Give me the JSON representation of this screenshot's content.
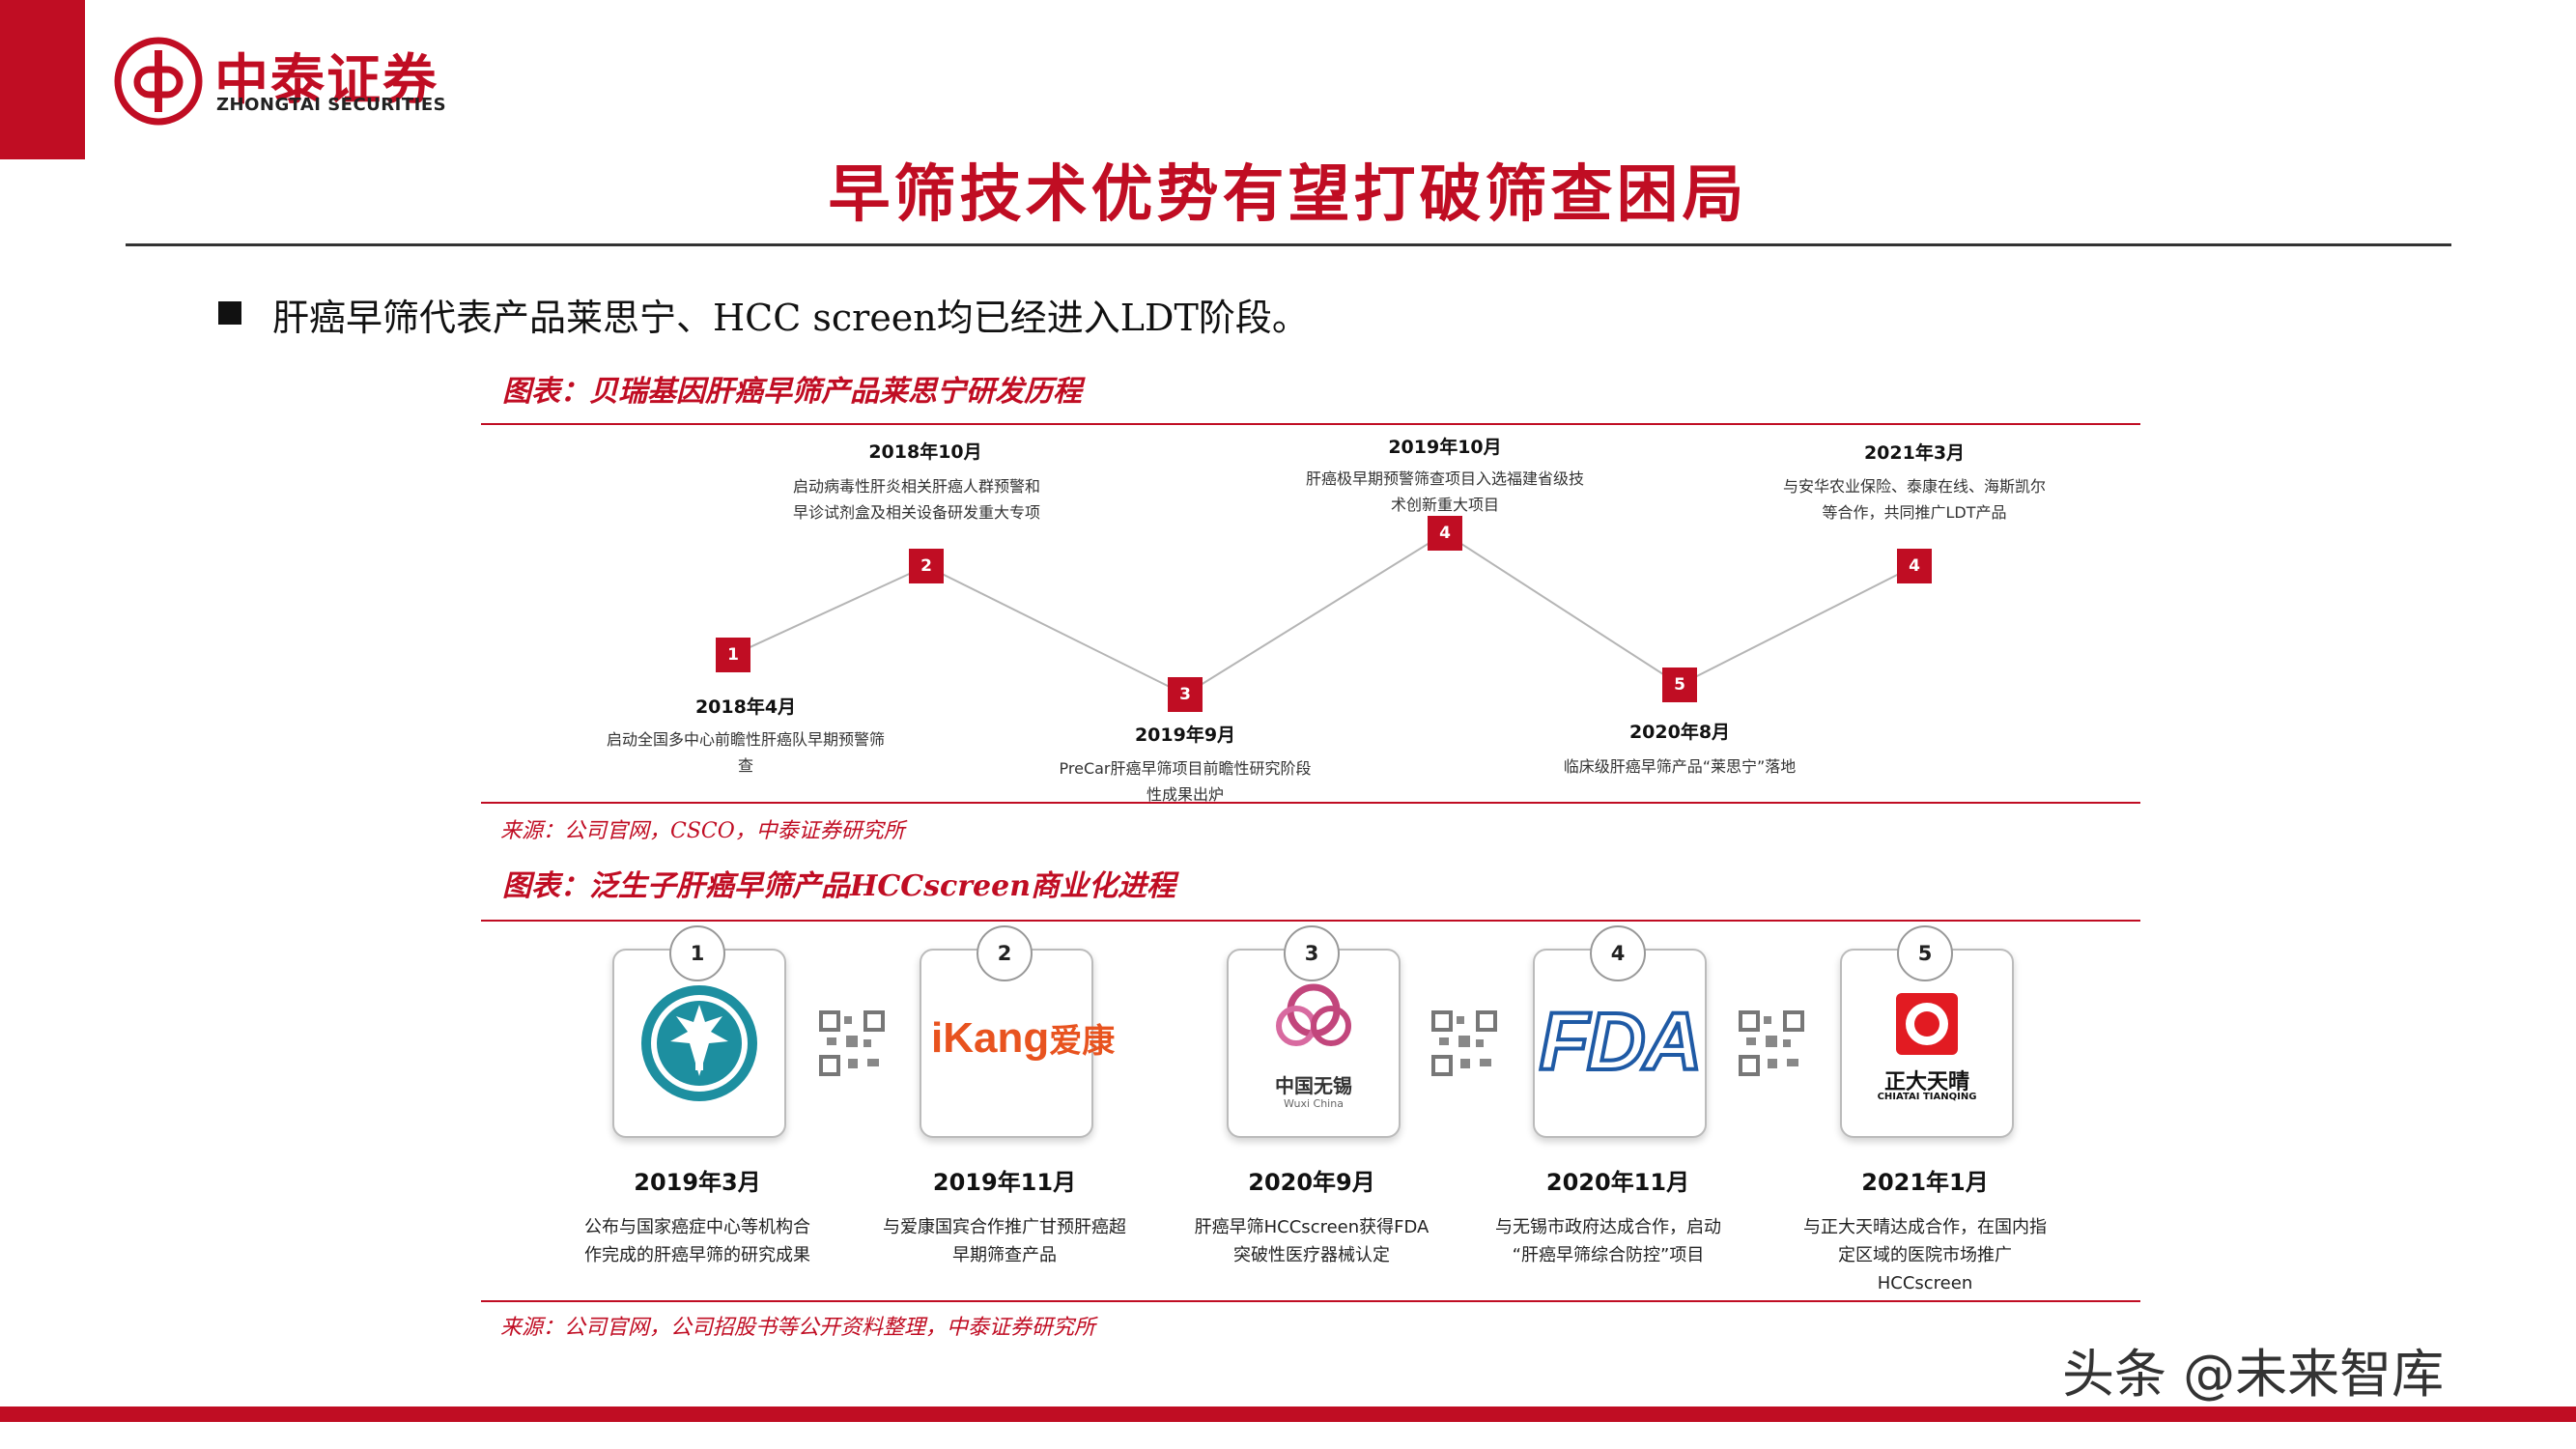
{
  "brand": {
    "name_cn": "中泰证券",
    "name_en": "ZHONGTAI SECURITIES",
    "color": "#c00d23"
  },
  "slide": {
    "title": "早筛技术优势有望打破筛查困局",
    "bullet": "肝癌早筛代表产品莱思宁、HCC screen均已经进入LDT阶段。"
  },
  "figure1": {
    "title": "图表：贝瑞基因肝癌早筛产品莱思宁研发历程",
    "source": "来源：公司官网，CSCO，中泰证券研究所",
    "events": [
      {
        "marker": "1",
        "date": "2018年4月",
        "desc": "启动全国多中心前瞻性肝癌队早期预警筛查"
      },
      {
        "marker": "2",
        "date": "2018年10月",
        "desc": "启动病毒性肝炎相关肝癌人群预警和早诊试剂盒及相关设备研发重大专项"
      },
      {
        "marker": "3",
        "date": "2019年9月",
        "desc": "PreCar肝癌早筛项目前瞻性研究阶段性成果出炉"
      },
      {
        "marker": "4",
        "date": "2019年10月",
        "desc": "肝癌极早期预警筛查项目入选福建省级技术创新重大项目"
      },
      {
        "marker": "5",
        "date": "2020年8月",
        "desc": "临床级肝癌早筛产品“莱思宁”落地"
      },
      {
        "marker": "4",
        "date": "2021年3月",
        "desc": "与安华农业保险、泰康在线、海斯凯尔等合作，共同推广LDT产品"
      }
    ]
  },
  "figure2": {
    "title": "图表：泛生子肝癌早筛产品HCCscreen商业化进程",
    "source": "来源：公司官网，公司招股书等公开资料整理，中泰证券研究所",
    "steps": [
      {
        "num": "1",
        "logo": "national-cancer-center-logo",
        "date": "2019年3月",
        "desc": "公布与国家癌症中心等机构合作完成的肝癌早筛的研究成果"
      },
      {
        "num": "2",
        "logo": "ikang-logo",
        "logo_text_en": "iKang",
        "logo_text_cn": "爱康",
        "date": "2019年11月",
        "desc": "与爱康国宾合作推广甘预肝癌超早期筛查产品"
      },
      {
        "num": "3",
        "logo": "wuxi-china-logo",
        "logo_text_cn": "中国无锡",
        "logo_text_en": "Wuxi China",
        "date": "2020年9月",
        "desc": "肝癌早筛HCCscreen获得FDA突破性医疗器械认定"
      },
      {
        "num": "4",
        "logo": "fda-logo",
        "logo_text_en": "FDA",
        "date": "2020年11月",
        "desc": "与无锡市政府达成合作，启动 “肝癌早筛综合防控”项目"
      },
      {
        "num": "5",
        "logo": "chiatai-tianqing-logo",
        "logo_text_cn": "正大天晴",
        "logo_text_en": "CHIATAI TIANQING",
        "date": "2021年1月",
        "desc": "与正大天晴达成合作，在国内指定区域的医院市场推广HCCscreen"
      }
    ]
  },
  "watermark": "头条 @未来智库"
}
